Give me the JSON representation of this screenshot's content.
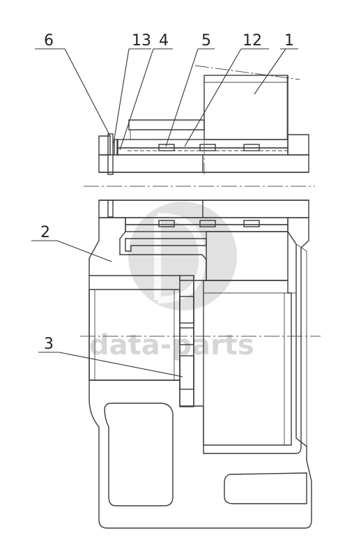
{
  "drawing": {
    "part_labels": [
      "6",
      "13",
      "4",
      "5",
      "12",
      "1",
      "2",
      "3"
    ],
    "watermark": "data-parts"
  },
  "colors": {
    "line": "#3a3a3a",
    "watermark": "#c8c8c8",
    "background": "#ffffff"
  }
}
